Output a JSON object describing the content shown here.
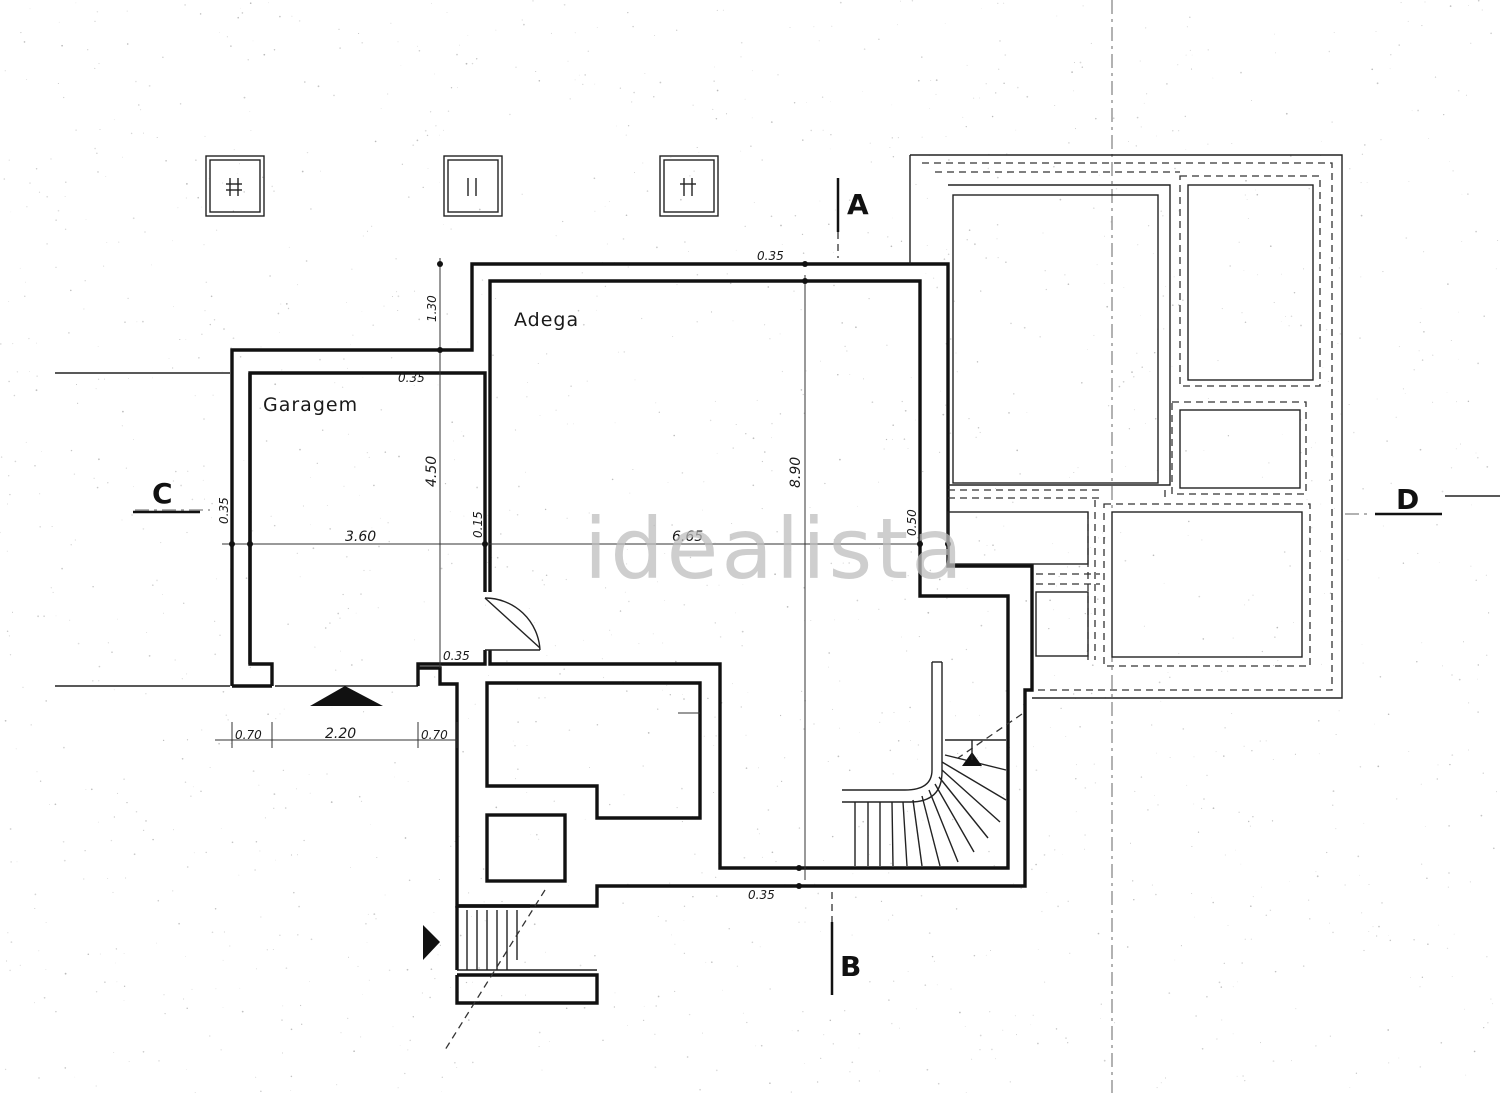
{
  "rooms": {
    "garage": "Garagem",
    "cellar": "Adega"
  },
  "dimensions": {
    "top_wall": "0.35",
    "step_height": "1.30",
    "garage_wall_top": "0.35",
    "garage_depth": "4.50",
    "left_wall": "0.35",
    "garage_width": "3.60",
    "partition_wall": "0.15",
    "cellar_width": "6.65",
    "cellar_depth": "8.90",
    "right_wall": "0.50",
    "door_wall": "0.35",
    "bottom_wall": "0.35",
    "pillar_left": "0.70",
    "garage_opening": "2.20",
    "pillar_right": "0.70"
  },
  "sections": {
    "a": "A",
    "b": "B",
    "c": "C",
    "d": "D"
  },
  "watermark": "idealista"
}
